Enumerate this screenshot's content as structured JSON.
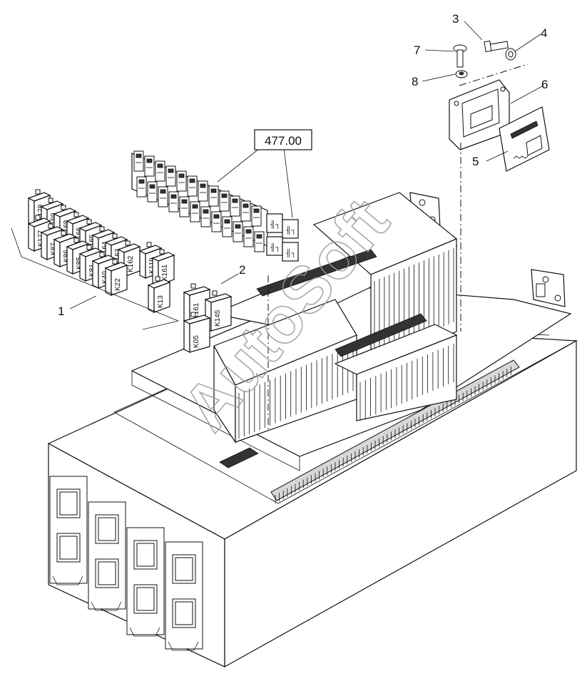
{
  "reference_box": {
    "label": "477.00"
  },
  "callouts": [
    {
      "id": "1",
      "text": "1"
    },
    {
      "id": "2",
      "text": "2"
    },
    {
      "id": "3",
      "text": "3"
    },
    {
      "id": "4",
      "text": "4"
    },
    {
      "id": "5",
      "text": "5"
    },
    {
      "id": "6",
      "text": "6"
    },
    {
      "id": "7",
      "text": "7"
    },
    {
      "id": "8",
      "text": "8"
    }
  ],
  "relays_group1": [
    "K178",
    "K169",
    "K168",
    "K166",
    "K165",
    "K164",
    "K163",
    "K162",
    "K177",
    "K87",
    "K86",
    "K85",
    "K81",
    "K40",
    "K22",
    "K119",
    "K161",
    "K13"
  ],
  "relays_group2": [
    "K161",
    "K145",
    "K05"
  ],
  "watermark": "AutoSoft",
  "colors": {
    "line": "#111111",
    "background": "#ffffff",
    "watermark": "#9a9a9a",
    "shade": "#d7d7d7"
  }
}
